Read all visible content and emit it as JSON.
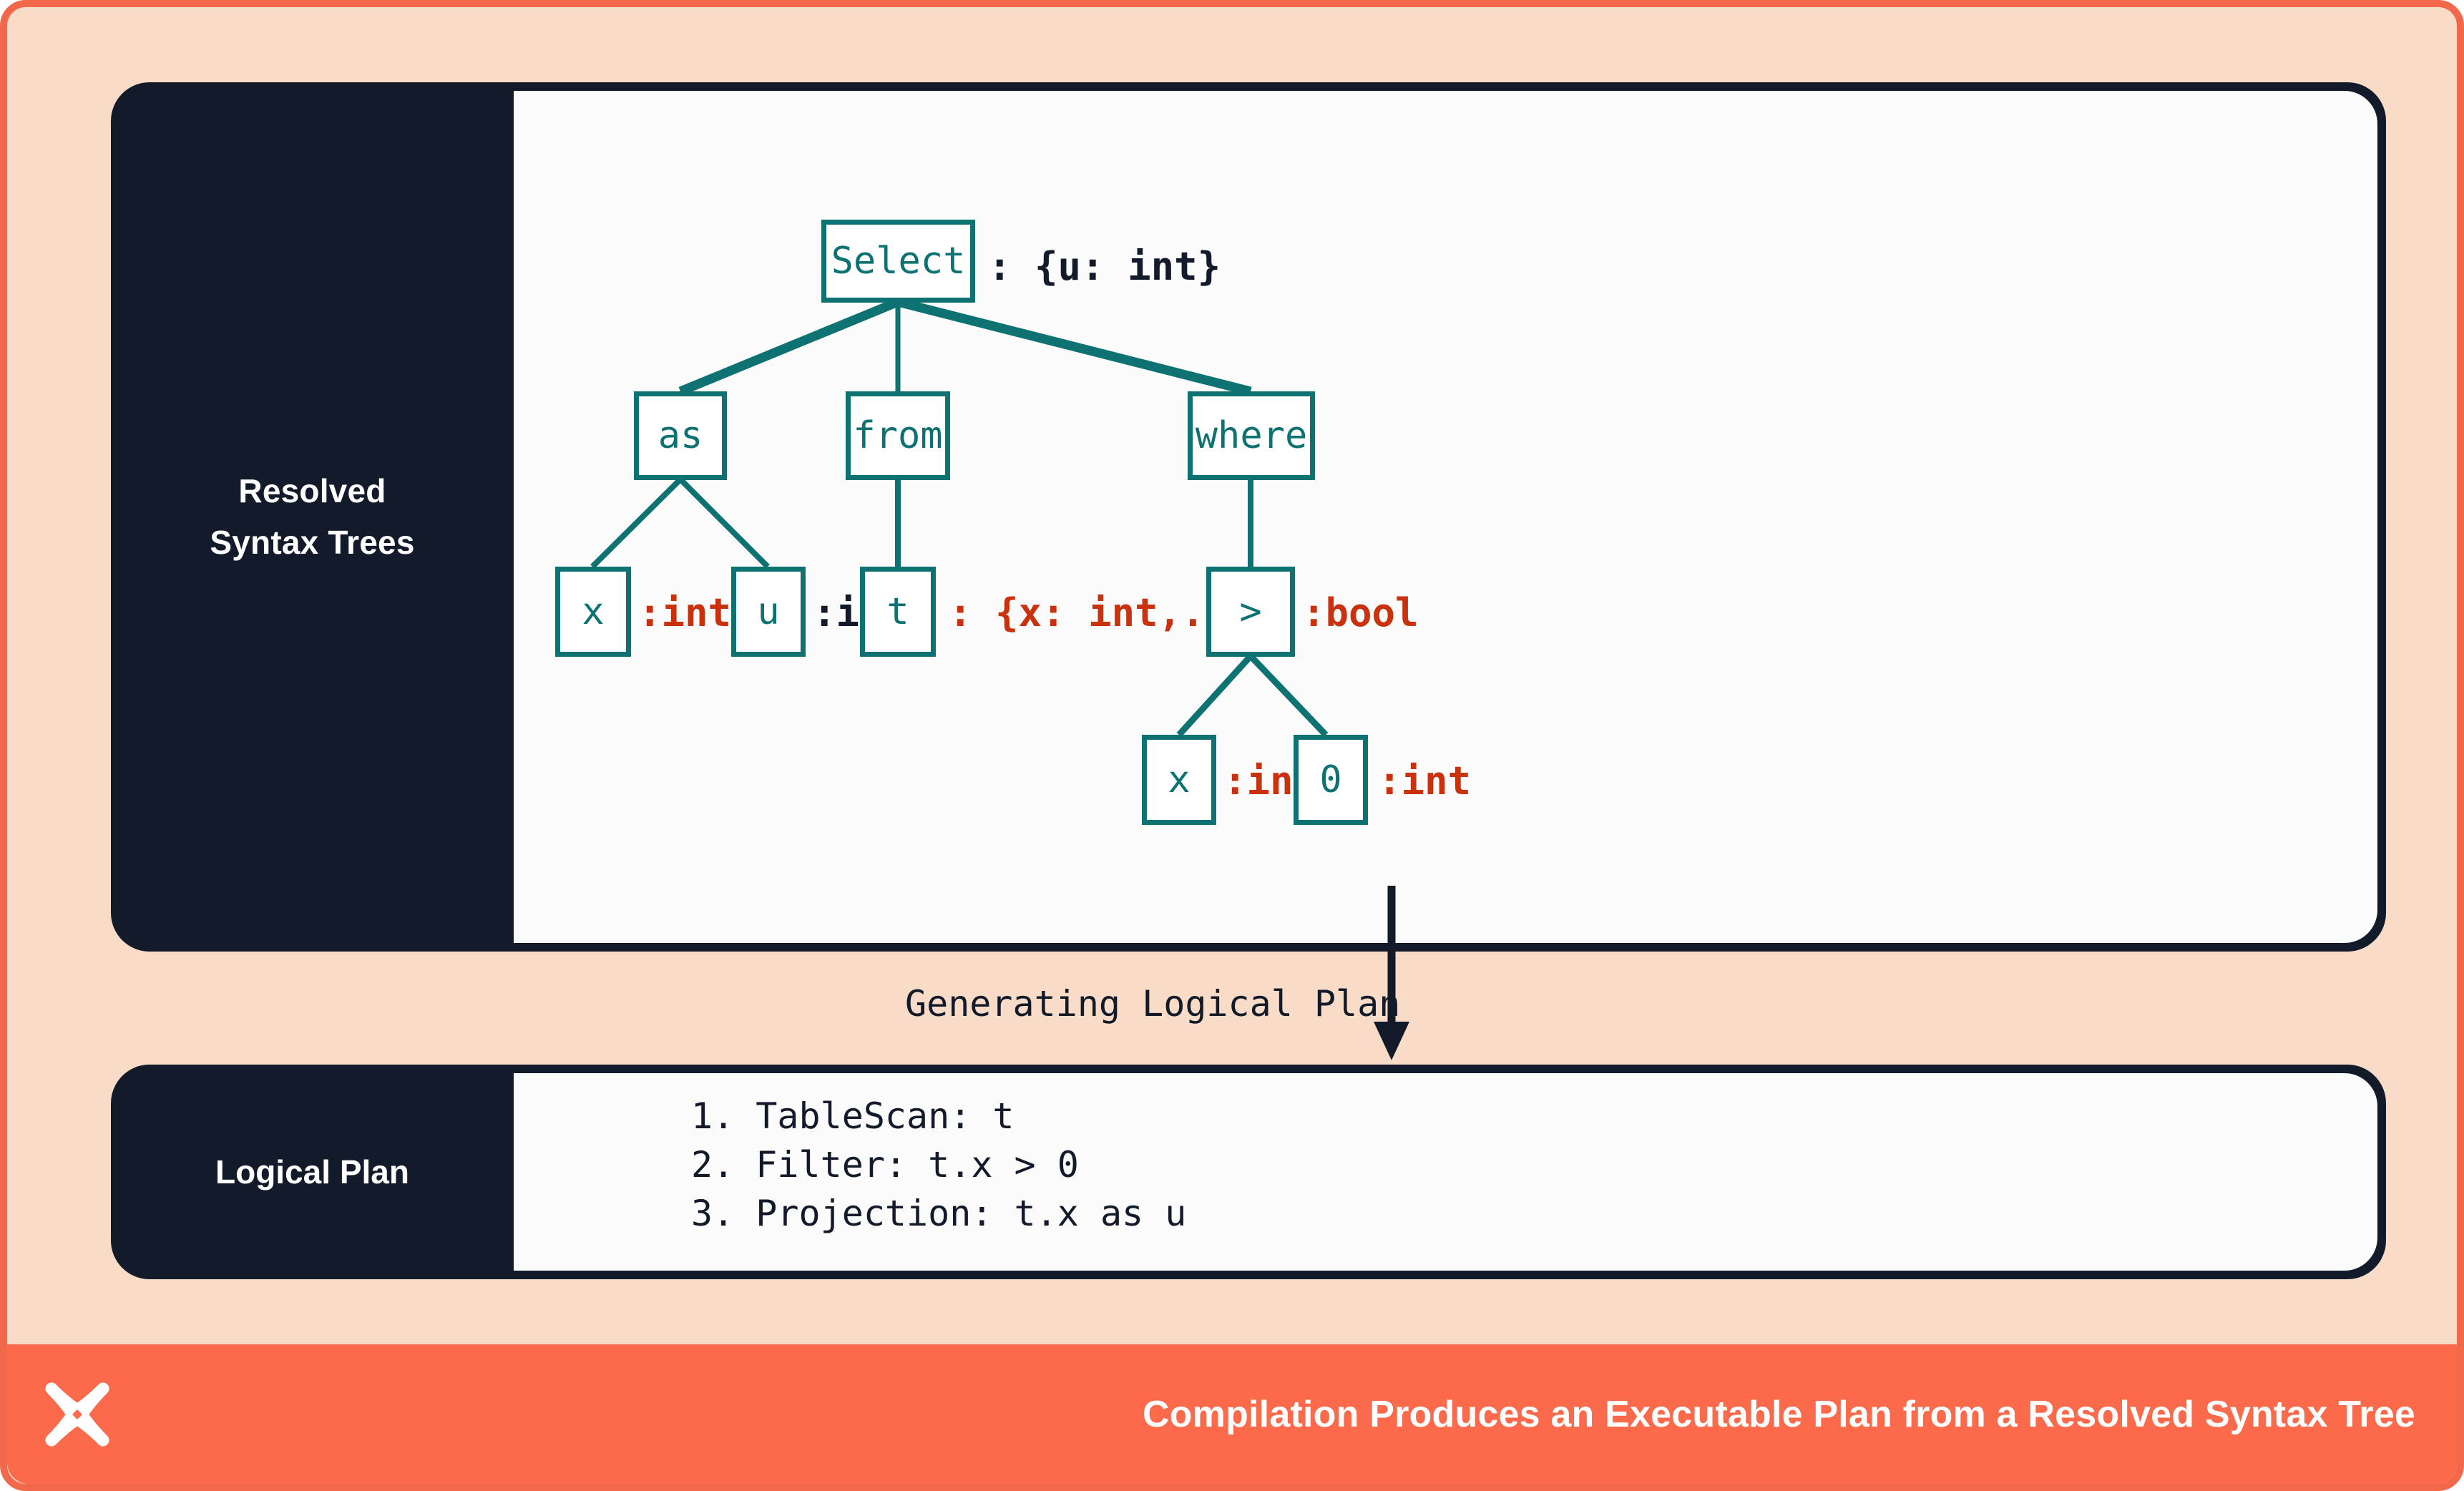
{
  "frame": {
    "border_color": "#F2684A",
    "background_color": "#F8DCC8"
  },
  "panels": {
    "syntax_tree": {
      "label": "Resolved\nSyntax Trees",
      "label_line1": "Resolved",
      "label_line2": "Syntax Trees",
      "panel_bg": "#131A2A",
      "canvas_bg": "#FBFBFB"
    },
    "logical_plan": {
      "label": "Logical Plan",
      "lines": [
        "1. TableScan: t",
        "2. Filter: t.x > 0",
        "3. Projection: t.x as u"
      ]
    }
  },
  "flow": {
    "label": "Generating Logical Plan",
    "arrow_direction": "down"
  },
  "tree": {
    "node_border_color": "#0E7272",
    "node_text_color": "#0E7272",
    "type_red": "#C9310F",
    "type_navy": "#131A2A",
    "nodes": [
      {
        "id": "select",
        "text": "Select",
        "type": ": {u: int}",
        "type_color": "navy"
      },
      {
        "id": "as",
        "text": "as",
        "type": "",
        "type_color": ""
      },
      {
        "id": "from",
        "text": "from",
        "type": "",
        "type_color": ""
      },
      {
        "id": "where",
        "text": "where",
        "type": "",
        "type_color": ""
      },
      {
        "id": "as-x",
        "text": "x",
        "type": ":int",
        "type_color": "red"
      },
      {
        "id": "as-u",
        "text": "u",
        "type": ":int",
        "type_color": "navy"
      },
      {
        "id": "from-t",
        "text": "t",
        "type": ": {x: int,...}",
        "type_color": "red"
      },
      {
        "id": "gt",
        "text": ">",
        "type": ":bool",
        "type_color": "red"
      },
      {
        "id": "gt-x",
        "text": "x",
        "type": ":int",
        "type_color": "red"
      },
      {
        "id": "gt-0",
        "text": "0",
        "type": ":int",
        "type_color": "red"
      }
    ],
    "edges": [
      [
        "select",
        "as"
      ],
      [
        "select",
        "from"
      ],
      [
        "select",
        "where"
      ],
      [
        "as",
        "as-x"
      ],
      [
        "as",
        "as-u"
      ],
      [
        "from",
        "from-t"
      ],
      [
        "where",
        "gt"
      ],
      [
        "gt",
        "gt-x"
      ],
      [
        "gt",
        "gt-0"
      ]
    ]
  },
  "banner": {
    "caption": "Compilation Produces an Executable Plan from a Resolved Syntax Tree",
    "background_color": "#FB6A4B",
    "logo_name": "four-pointed-star-logo"
  }
}
